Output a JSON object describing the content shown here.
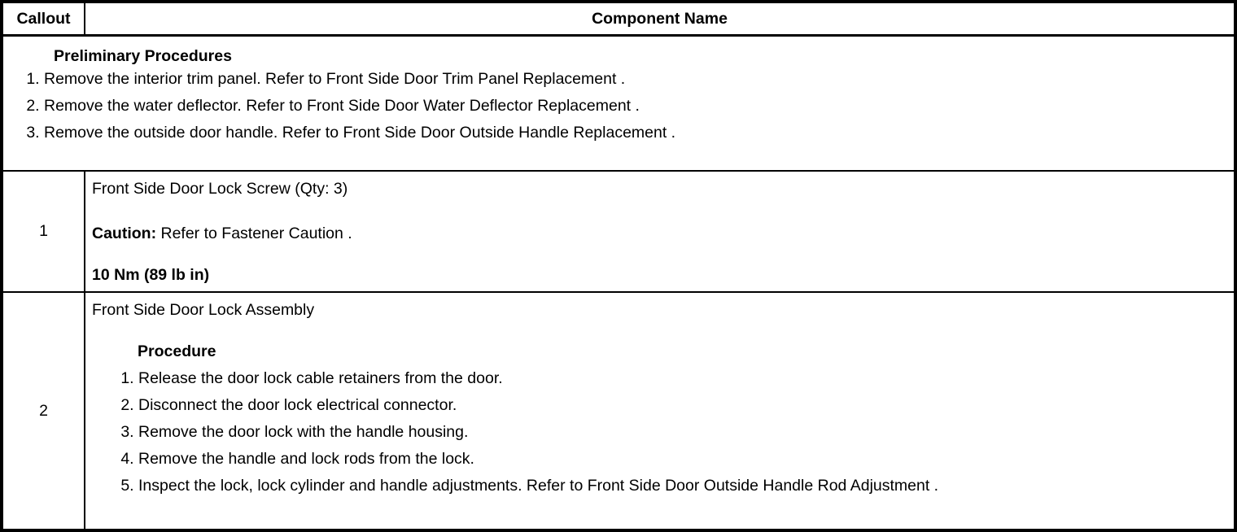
{
  "colors": {
    "text": "#000000",
    "border": "#000000",
    "background": "#ffffff"
  },
  "table": {
    "header": {
      "callout": "Callout",
      "component_name": "Component Name"
    },
    "preliminary": {
      "title": "Preliminary Procedures",
      "steps": [
        "Remove the interior trim panel. Refer to Front Side Door Trim Panel Replacement .",
        "Remove the water deflector. Refer to Front Side Door Water Deflector Replacement .",
        "Remove the outside door handle. Refer to Front Side Door Outside Handle Replacement ."
      ]
    },
    "rows": [
      {
        "callout": "1",
        "component_name": "Front Side Door Lock Screw (Qty: 3)",
        "caution_label": "Caution:",
        "caution_text": " Refer to Fastener Caution .",
        "torque": "10 Nm (89 lb in)"
      },
      {
        "callout": "2",
        "component_name": "Front Side Door Lock Assembly",
        "procedure_title": "Procedure",
        "steps": [
          "Release the door lock cable retainers from the door.",
          "Disconnect the door lock electrical connector.",
          "Remove the door lock with the handle housing.",
          "Remove the handle and lock rods from the lock.",
          "Inspect the lock, lock cylinder and handle adjustments. Refer to Front Side Door Outside Handle Rod Adjustment ."
        ]
      }
    ]
  }
}
